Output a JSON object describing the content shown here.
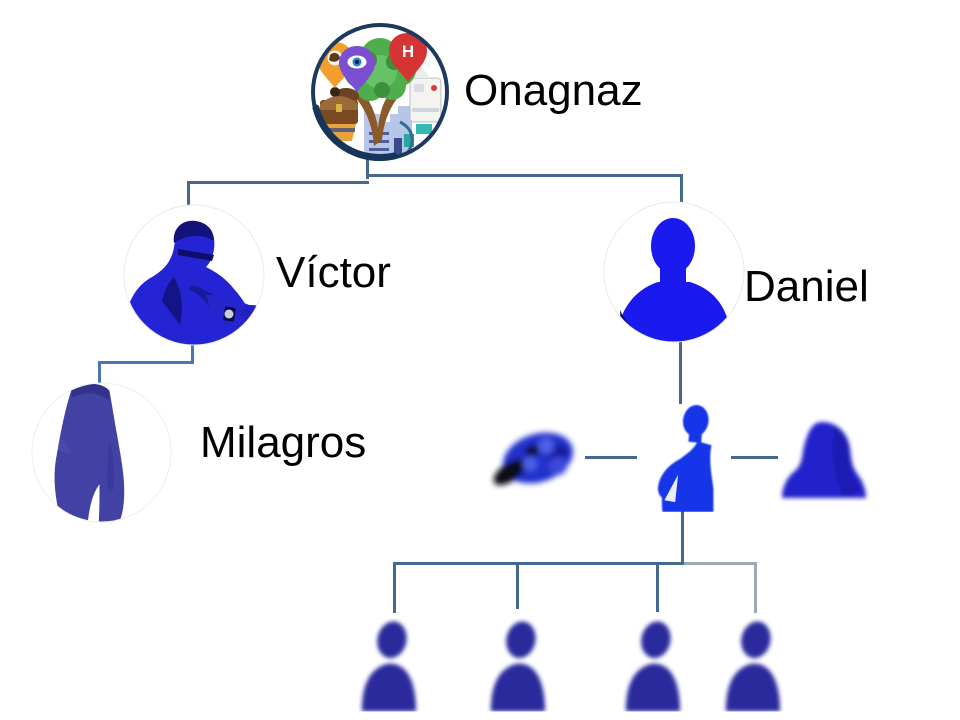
{
  "diagram": {
    "type": "org-chart",
    "background": "#ffffff",
    "nodes": {
      "onagnaz": {
        "label": "Onagnaz",
        "level": 1,
        "icon": "organization-logo-icon"
      },
      "victor": {
        "label": "Víctor",
        "level": 2,
        "parent": "Onagnaz",
        "icon": "businessman-photo-avatar-icon"
      },
      "daniel": {
        "label": "Daniel",
        "level": 2,
        "parent": "Onagnaz",
        "icon": "male-bust-silhouette-icon"
      },
      "milagros": {
        "label": "Milagros",
        "level": 3,
        "parent": "Víctor",
        "icon": "woman-silhouette-avatar-icon"
      }
    },
    "unlabeled_nodes": {
      "daniel_team_center": {
        "icon": "person-silhouette-icon",
        "parent": "Daniel"
      },
      "daniel_team_left": {
        "icon": "blurred-figure-icon",
        "parent": "daniel_team_center"
      },
      "daniel_team_right": {
        "icon": "blurred-head-icon",
        "parent": "daniel_team_center"
      },
      "bottom_row_members": {
        "icon": "blurred-bust-icon",
        "count": 4,
        "parent": "daniel_team_center"
      }
    },
    "logo": {
      "pin_letter": "H"
    },
    "colors": {
      "connector_dark": "#45698e",
      "connector_light": "#9aa8ba",
      "connector_victor_branch": "#4e74b8",
      "silhouette_bright_blue": "#1a1aef",
      "silhouette_indigo": "#4242a4",
      "silhouette_navy": "#2a2a9c",
      "label_text": "#000000"
    }
  }
}
